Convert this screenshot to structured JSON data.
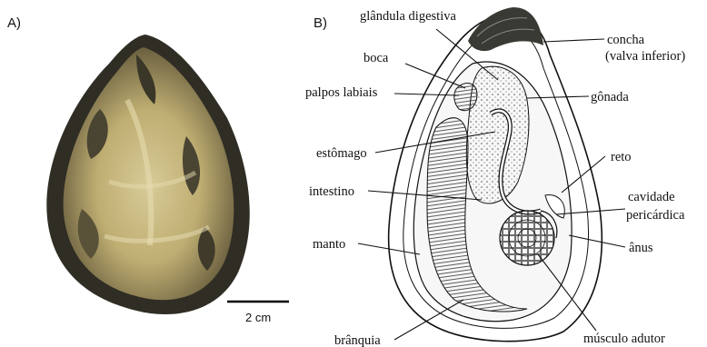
{
  "panels": {
    "a": {
      "label": "A)"
    },
    "b": {
      "label": "B)"
    }
  },
  "scale_bar": {
    "text": "2 cm"
  },
  "labels": {
    "glandula": "glândula digestiva",
    "concha_1": "concha",
    "concha_2": "(valva inferior)",
    "boca": "boca",
    "palpos": "palpos labiais",
    "gonada": "gônada",
    "estomago": "estômago",
    "reto": "reto",
    "intestino": "intestino",
    "cavidade_1": "cavidade",
    "cavidade_2": "pericárdica",
    "manto": "manto",
    "anus": "ânus",
    "branquia": "brânquia",
    "musculo": "músculo adutor"
  },
  "colors": {
    "shell_dark": "#2b2a22",
    "flesh": "#c9bc8a",
    "ink": "#111111"
  }
}
